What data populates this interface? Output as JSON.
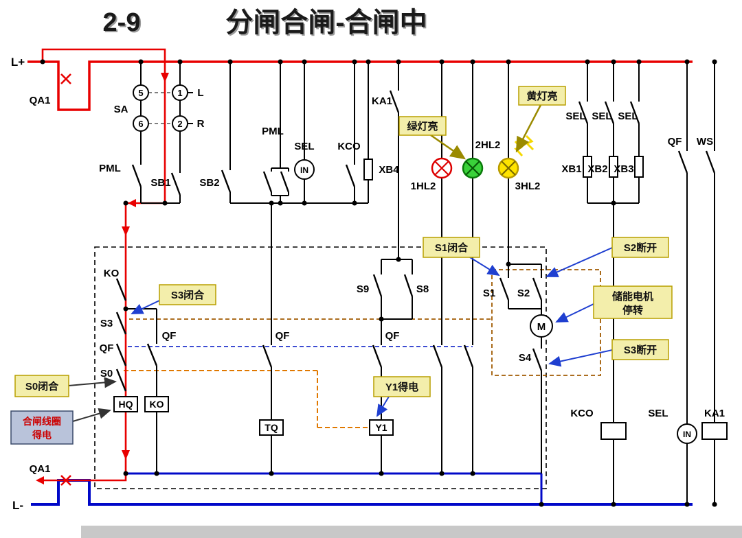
{
  "title": {
    "number": "2-9",
    "text": "分闸合闸-合闸中"
  },
  "rails": {
    "l_plus": "L+",
    "l_minus": "L-",
    "qa1_top": "QA1",
    "qa1_bottom": "QA1"
  },
  "selector": {
    "name": "SA",
    "c5": "5",
    "c1": "1",
    "c6": "6",
    "c2": "2",
    "left": "L",
    "right": "R"
  },
  "components": {
    "pml_left": "PML",
    "sb1": "SB1",
    "sb2": "SB2",
    "pml_mid": "PML",
    "sel_top": "SEL",
    "kco_top": "KCO",
    "in_top": "IN",
    "xb4": "XB4",
    "ka1_top": "KA1",
    "hl1": "1HL2",
    "hl2": "2HL2",
    "hl3": "3HL2",
    "sel_a": "SEL",
    "sel_b": "SEL",
    "sel_c": "SEL",
    "xb1": "XB1",
    "xb2": "XB2",
    "xb3": "XB3",
    "qf_right": "QF",
    "ws": "WS",
    "ko_contact": "KO",
    "s3": "S3",
    "qf_main": "QF",
    "s0": "S0",
    "qf_ko": "QF",
    "hq_coil": "HQ",
    "ko_coil": "KO",
    "tq_coil": "TQ",
    "qf_tq": "QF",
    "s9": "S9",
    "s8": "S8",
    "qf_y1": "QF",
    "y1_coil": "Y1",
    "s1": "S1",
    "s2": "S2",
    "motor": "M",
    "s4": "S4",
    "kco_coil": "KCO",
    "sel_bottom": "SEL",
    "in_bottom": "IN",
    "ka1_coil": "KA1"
  },
  "callouts": {
    "green_on": "绿灯亮",
    "yellow_on": "黄灯亮",
    "s1_closed": "S1闭合",
    "s2_open": "S2断开",
    "motor_line1": "储能电机",
    "motor_line2": "停转",
    "s3_open": "S3断开",
    "s3_closed": "S3闭合",
    "s0_closed": "S0闭合",
    "y1_energized": "Y1得电",
    "coil_line1": "合闸线圈",
    "coil_line2": "得电"
  },
  "colors": {
    "bus_positive": "#e80000",
    "bus_negative": "#0008c8",
    "lamp_red": "#dd0000",
    "lamp_green": "#3ad23a",
    "lamp_yellow": "#ffe400",
    "callout_fill": "#f3eeab",
    "note_fill": "#b9c3da"
  }
}
